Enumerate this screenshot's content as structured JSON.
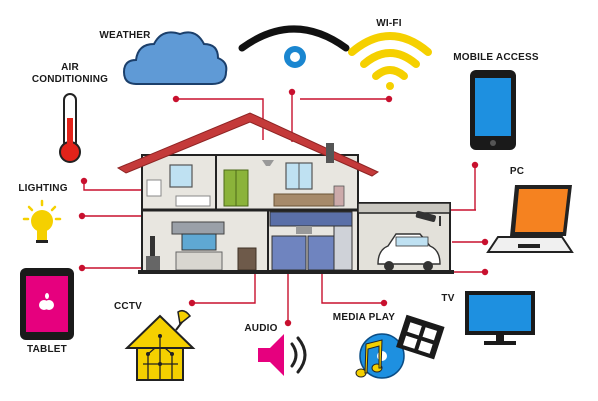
{
  "labels": {
    "weather": "WEATHER",
    "air_conditioning": "AIR\nCONDITIONING",
    "wifi": "WI-FI",
    "mobile_access": "MOBILE ACCESS",
    "lighting": "LIGHTING",
    "pc": "PC",
    "tablet": "TABLET",
    "cctv": "CCTV",
    "audio": "AUDIO",
    "media_play": "MEDIA PLAY",
    "tv": "TV"
  },
  "colors": {
    "connector": "#c8102e",
    "screen_blue": "#1e90e0",
    "tablet_pink": "#e6007e",
    "laptop_orange": "#f58220",
    "yellow": "#f5d000",
    "roof": "#c43a3a",
    "wall": "#e8e6e0",
    "outline": "#222222"
  },
  "icons": [
    "cloud-icon",
    "eye-icon",
    "wifi-icon",
    "thermometer-icon",
    "smartphone-icon",
    "lightbulb-icon",
    "laptop-icon",
    "tablet-icon",
    "cctv-icon",
    "speaker-icon",
    "media-play-icon",
    "tv-icon",
    "house-icon"
  ]
}
